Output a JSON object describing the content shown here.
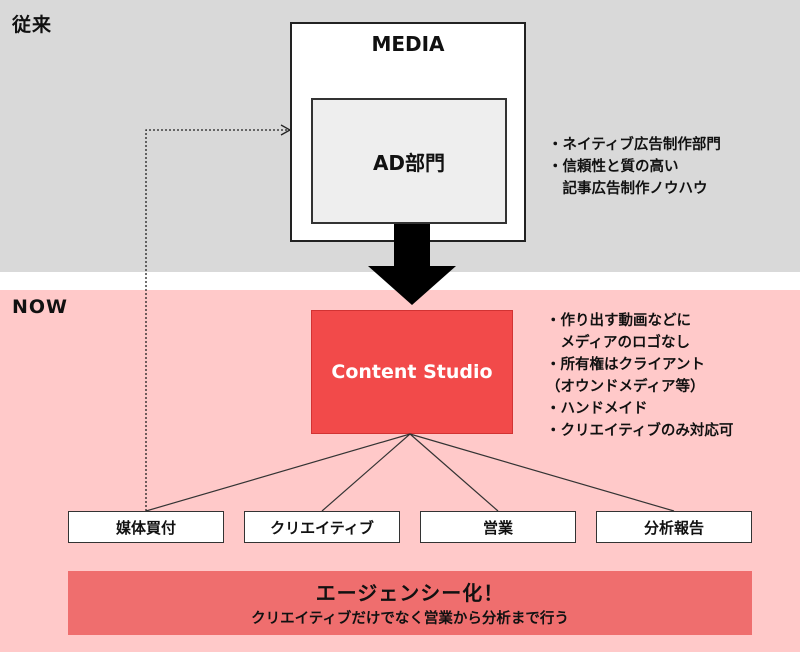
{
  "sections": {
    "before_label": "従来",
    "now_label": "NOW"
  },
  "media": {
    "title": "MEDIA",
    "ad_department": "AD部門",
    "notes": "・ネイティブ広告制作部門\n・信頼性と質の高い\n　記事広告制作ノウハウ"
  },
  "studio": {
    "name": "Content Studio",
    "notes": "・作り出す動画などに\n　メディアのロゴなし\n・所有権はクライアント\n（オウンドメディア等）\n・ハンドメイド\n・クリエイティブのみ対応可"
  },
  "functions": [
    {
      "label": "媒体買付"
    },
    {
      "label": "クリエイティブ"
    },
    {
      "label": "営業"
    },
    {
      "label": "分析報告"
    }
  ],
  "agency": {
    "title": "エージェンシー化！",
    "subtitle": "クリエイティブだけでなく営業から分析まで行う"
  },
  "colors": {
    "top_band": "#d9d9d9",
    "now_band": "#ffc9c9",
    "studio_box": "#f24a4a",
    "agency_box": "#ef6e6e",
    "arrow": "#000000"
  }
}
